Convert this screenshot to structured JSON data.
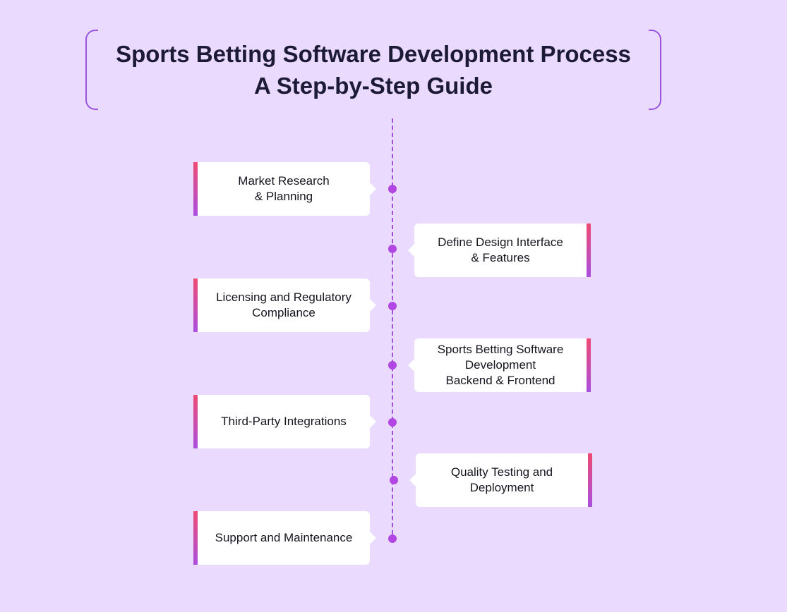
{
  "title": {
    "line1": "Sports Betting Software Development Process",
    "line2": "A Step-by-Step Guide"
  },
  "steps": [
    {
      "label": "Market Research\n& Planning",
      "side": "left"
    },
    {
      "label": "Define Design Interface\n& Features",
      "side": "right"
    },
    {
      "label": "Licensing and Regulatory\nCompliance",
      "side": "left"
    },
    {
      "label": "Sports Betting Software\nDevelopment\nBackend & Frontend",
      "side": "right"
    },
    {
      "label": "Third-Party Integrations",
      "side": "left"
    },
    {
      "label": "Quality Testing and\nDeployment",
      "side": "right"
    },
    {
      "label": "Support and Maintenance",
      "side": "left"
    }
  ],
  "colors": {
    "background": "#e9dafe",
    "accent_purple": "#a94fe0",
    "accent_pink": "#ef4a72",
    "timeline_dot": "#b146e3",
    "title_text": "#1c1a35"
  }
}
